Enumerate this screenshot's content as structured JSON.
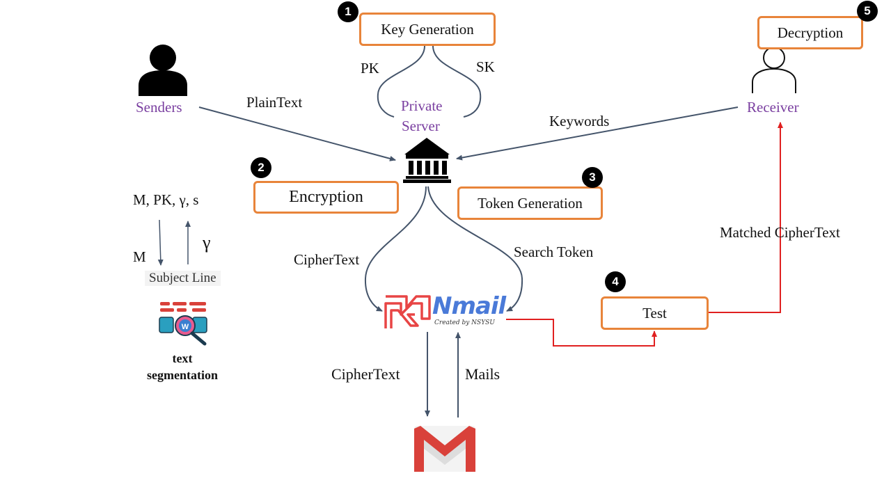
{
  "steps": {
    "key_generation": {
      "number": "1",
      "label": "Key Generation"
    },
    "encryption": {
      "number": "2",
      "label": "Encryption"
    },
    "token_generation": {
      "number": "3",
      "label": "Token Generation"
    },
    "test": {
      "number": "4",
      "label": "Test"
    },
    "decryption": {
      "number": "5",
      "label": "Decryption"
    }
  },
  "actors": {
    "senders": "Senders",
    "private_server": [
      "Private",
      "Server"
    ],
    "receiver": "Receiver"
  },
  "edges": {
    "pk": "PK",
    "sk": "SK",
    "plaintext": "PlainText",
    "keywords": "Keywords",
    "ciphertext_to_nmail": "CipherText",
    "search_token": "Search Token",
    "ciphertext_to_gmail": "CipherText",
    "mails": "Mails",
    "matched_ciphertext": "Matched CipherText"
  },
  "segmentation": {
    "inputs": "M, PK, γ, s",
    "m": "M",
    "gamma": "γ",
    "subject_line": "Subject Line",
    "caption": [
      "text",
      "segmentation"
    ]
  },
  "nmail": {
    "brand": "Nmail",
    "credit": "Created by NSYSU"
  },
  "colors": {
    "box_border": "#e8843a",
    "arrow": "#44546a",
    "red_path": "#e02020",
    "purple_label": "#7a3fa0"
  }
}
